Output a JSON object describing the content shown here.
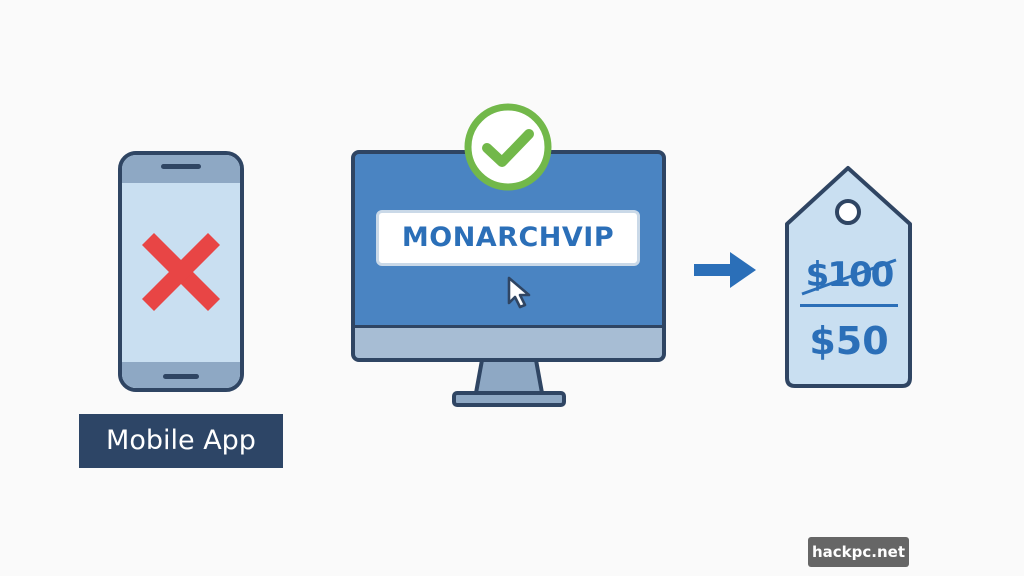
{
  "phone": {
    "label": "Mobile App"
  },
  "monitor": {
    "code": "MONARCHVIP"
  },
  "tag": {
    "old_price": "$100",
    "new_price": "$50"
  },
  "watermark": "hackpc.net",
  "colors": {
    "navy": "#2f4563",
    "blue": "#2b6fb8",
    "screen_blue": "#4a84c2",
    "light_blue": "#c9dff1",
    "green": "#72b84a",
    "red": "#e84545"
  },
  "icons": {
    "phone": "smartphone-icon",
    "cross": "x-mark-icon",
    "check": "checkmark-circle-icon",
    "cursor": "mouse-pointer-icon",
    "arrow": "arrow-right-icon",
    "tag": "price-tag-icon"
  }
}
